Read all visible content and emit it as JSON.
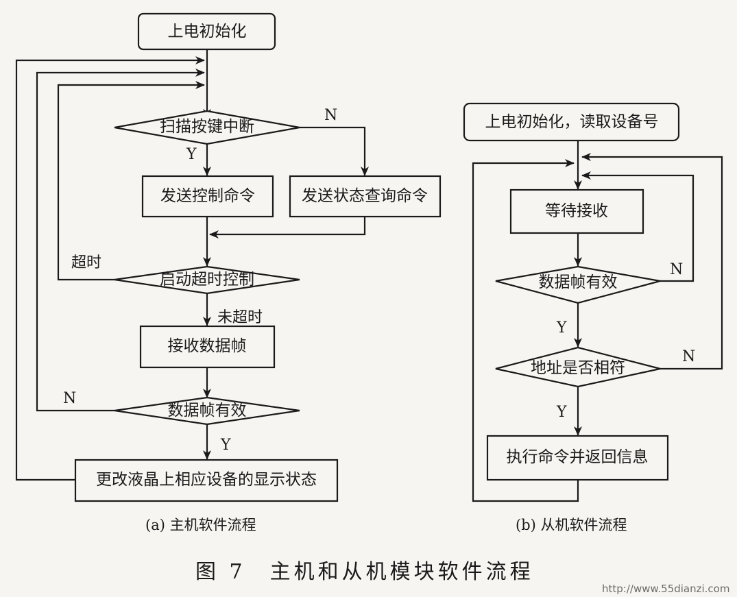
{
  "master": {
    "power_on_init": "上电初始化",
    "scan_key_interrupt": "扫描按键中断",
    "send_control_command": "发送控制命令",
    "send_status_query": "发送状态查询命令",
    "start_timeout_control": "启动超时控制",
    "receive_data_frame": "接收数据帧",
    "data_frame_valid": "数据帧有效",
    "update_lcd_status": "更改液晶上相应设备的显示状态",
    "edge_y_scan": "Y",
    "edge_n_scan": "N",
    "edge_timeout": "超时",
    "edge_not_timeout": "未超时",
    "edge_n_valid": "N",
    "edge_y_valid": "Y",
    "caption": "(a) 主机软件流程"
  },
  "slave": {
    "power_on_init_read_id": "上电初始化，读取设备号",
    "wait_receive": "等待接收",
    "data_frame_valid": "数据帧有效",
    "address_match": "地址是否相符",
    "execute_and_reply": "执行命令并返回信息",
    "edge_n_valid": "N",
    "edge_y_valid": "Y",
    "edge_n_address": "N",
    "edge_y_address": "Y",
    "caption": "(b) 从机软件流程"
  },
  "figure_title": "图 7　主机和从机模块软件流程",
  "watermark": "http://www.55dianzi.com"
}
